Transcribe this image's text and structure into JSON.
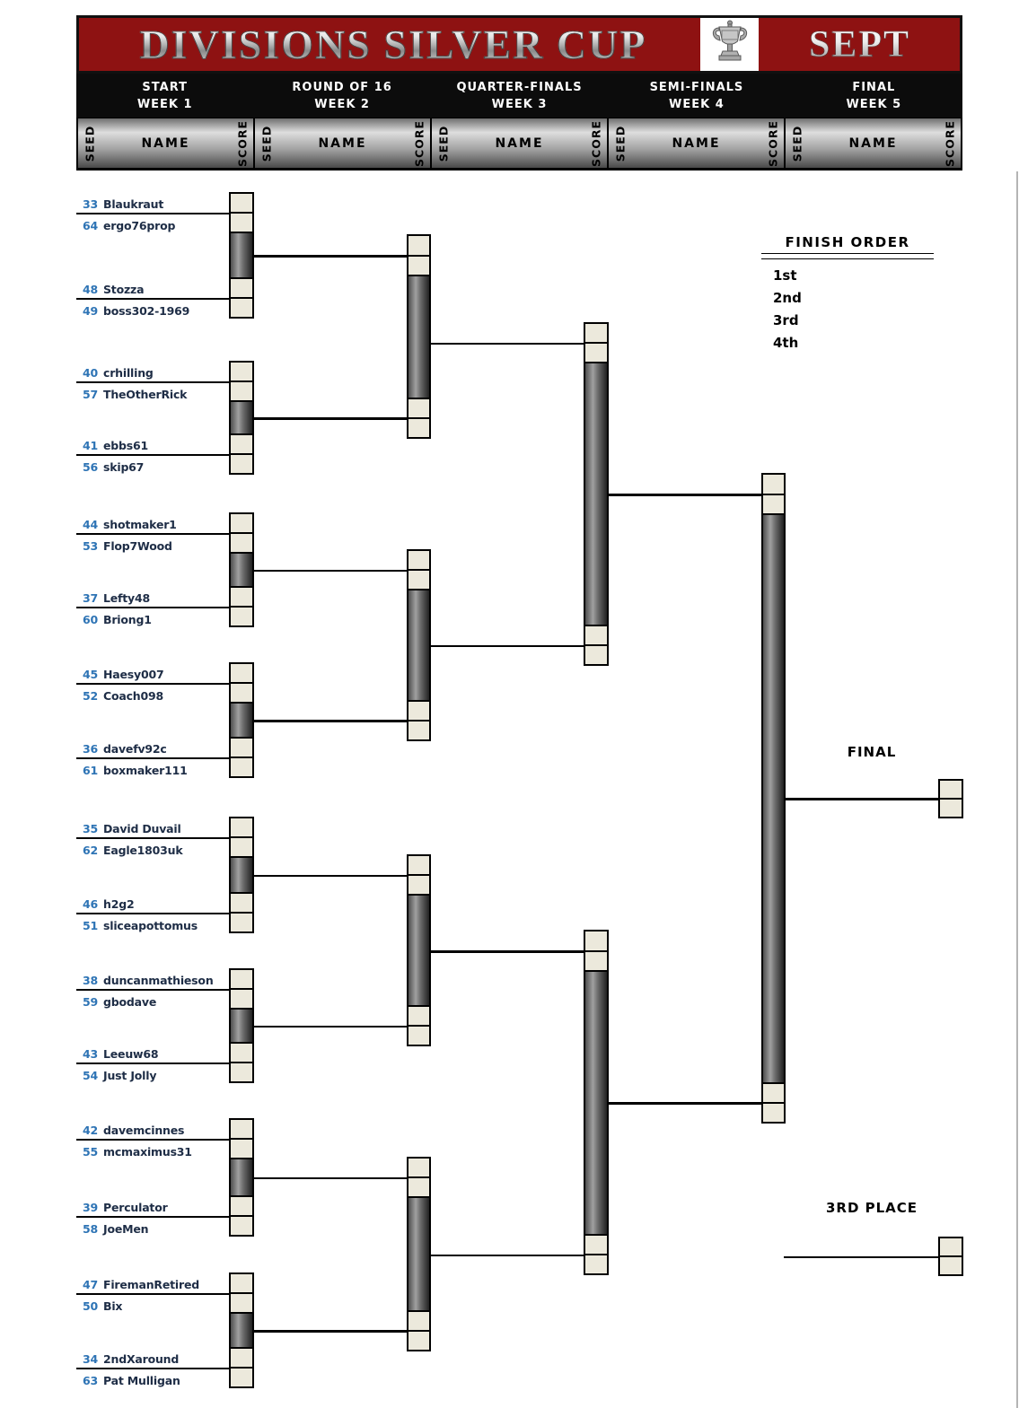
{
  "title": "DIVISIONS SILVER CUP",
  "month": "SEPT",
  "rounds": [
    {
      "name": "START",
      "week": "WEEK 1"
    },
    {
      "name": "ROUND OF 16",
      "week": "WEEK 2"
    },
    {
      "name": "QUARTER-FINALS",
      "week": "WEEK 3"
    },
    {
      "name": "SEMI-FINALS",
      "week": "WEEK 4"
    },
    {
      "name": "FINAL",
      "week": "WEEK 5"
    }
  ],
  "column_headers": {
    "seed": "SEED",
    "name": "NAME",
    "score": "SCORE"
  },
  "pairs": [
    {
      "p1": {
        "seed": "33",
        "name": "Blaukraut"
      },
      "p2": {
        "seed": "64",
        "name": "ergo76prop"
      }
    },
    {
      "p1": {
        "seed": "48",
        "name": "Stozza"
      },
      "p2": {
        "seed": "49",
        "name": "boss302-1969"
      }
    },
    {
      "p1": {
        "seed": "40",
        "name": "crhilling"
      },
      "p2": {
        "seed": "57",
        "name": "TheOtherRick"
      }
    },
    {
      "p1": {
        "seed": "41",
        "name": "ebbs61"
      },
      "p2": {
        "seed": "56",
        "name": "skip67"
      }
    },
    {
      "p1": {
        "seed": "44",
        "name": "shotmaker1"
      },
      "p2": {
        "seed": "53",
        "name": "Flop7Wood"
      }
    },
    {
      "p1": {
        "seed": "37",
        "name": "Lefty48"
      },
      "p2": {
        "seed": "60",
        "name": "Briong1"
      }
    },
    {
      "p1": {
        "seed": "45",
        "name": "Haesy007"
      },
      "p2": {
        "seed": "52",
        "name": "Coach098"
      }
    },
    {
      "p1": {
        "seed": "36",
        "name": "davefv92c"
      },
      "p2": {
        "seed": "61",
        "name": "boxmaker111"
      }
    },
    {
      "p1": {
        "seed": "35",
        "name": "David Duvail"
      },
      "p2": {
        "seed": "62",
        "name": "Eagle1803uk"
      }
    },
    {
      "p1": {
        "seed": "46",
        "name": "h2g2"
      },
      "p2": {
        "seed": "51",
        "name": "sliceapottomus"
      }
    },
    {
      "p1": {
        "seed": "38",
        "name": "duncanmathieson"
      },
      "p2": {
        "seed": "59",
        "name": "gbodave"
      }
    },
    {
      "p1": {
        "seed": "43",
        "name": "Leeuw68"
      },
      "p2": {
        "seed": "54",
        "name": "Just Jolly"
      }
    },
    {
      "p1": {
        "seed": "42",
        "name": "davemcinnes"
      },
      "p2": {
        "seed": "55",
        "name": "mcmaximus31"
      }
    },
    {
      "p1": {
        "seed": "39",
        "name": "Perculator"
      },
      "p2": {
        "seed": "58",
        "name": "JoeMen"
      }
    },
    {
      "p1": {
        "seed": "47",
        "name": "FiremanRetired"
      },
      "p2": {
        "seed": "50",
        "name": "Bix"
      }
    },
    {
      "p1": {
        "seed": "34",
        "name": "2ndXaround"
      },
      "p2": {
        "seed": "63",
        "name": "Pat Mulligan"
      }
    }
  ],
  "finish_order": {
    "title": "FINISH ORDER",
    "items": [
      "1st",
      "2nd",
      "3rd",
      "4th"
    ]
  },
  "labels": {
    "final": "FINAL",
    "third_place": "3RD PLACE"
  },
  "colors": {
    "header_red": "#8e1212",
    "seed_blue": "#2e74b5",
    "name_dark": "#1e2d46",
    "cell_beige": "#ece9dc",
    "bar_dark": "#4f4f4f"
  }
}
